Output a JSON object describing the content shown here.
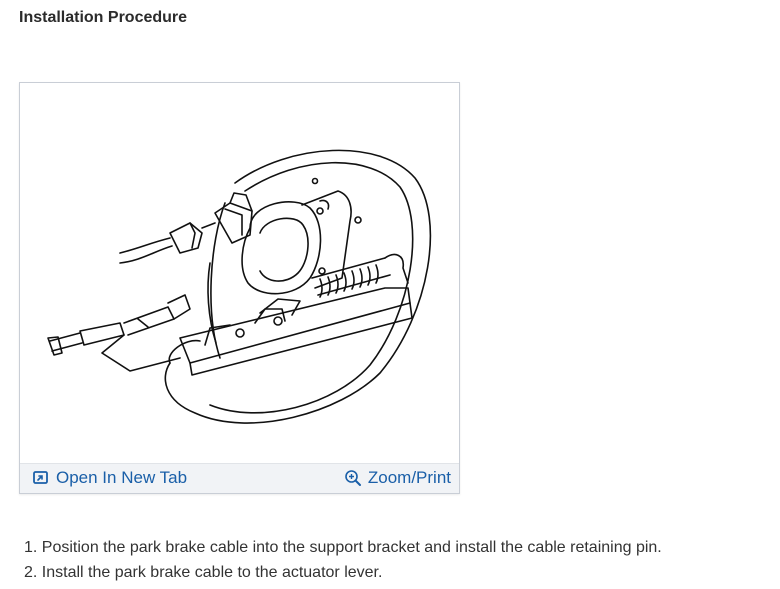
{
  "page": {
    "heading": "Installation Procedure"
  },
  "figure": {
    "open_tab_label": "Open In New Tab",
    "zoom_label": "Zoom/Print",
    "open_tab_icon": "open-new-tab-icon",
    "zoom_icon": "zoom-in-icon"
  },
  "steps": [
    {
      "number": "1.",
      "text": "Position the park brake cable into the support bracket and install the cable retaining pin."
    },
    {
      "number": "2.",
      "text": "Install the park brake cable to the actuator lever."
    }
  ],
  "colors": {
    "link": "#1a5fa8",
    "toolbar_bg": "#f1f3f6",
    "text": "#333333"
  }
}
